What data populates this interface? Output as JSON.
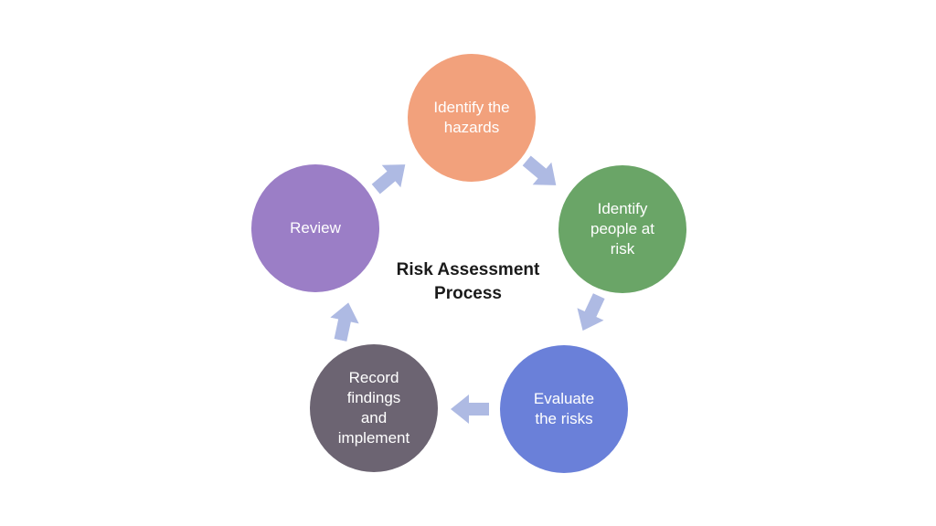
{
  "diagram": {
    "title": "Risk Assessment Process",
    "title_color": "#1a1a1a",
    "background_color": "#ffffff",
    "arrow_color": "#aebae3",
    "label_text_color": "#ffffff",
    "steps": [
      {
        "label": "Identify the hazards",
        "color": "#f2a17c",
        "position": "top"
      },
      {
        "label": "Identify people at risk",
        "color": "#6aa567",
        "position": "upper-right"
      },
      {
        "label": "Evaluate the risks",
        "color": "#6a80d9",
        "position": "lower-right"
      },
      {
        "label": "Record findings and implement",
        "color": "#6c6472",
        "position": "lower-left"
      },
      {
        "label": "Review",
        "color": "#9b7ec6",
        "position": "upper-left"
      }
    ]
  }
}
